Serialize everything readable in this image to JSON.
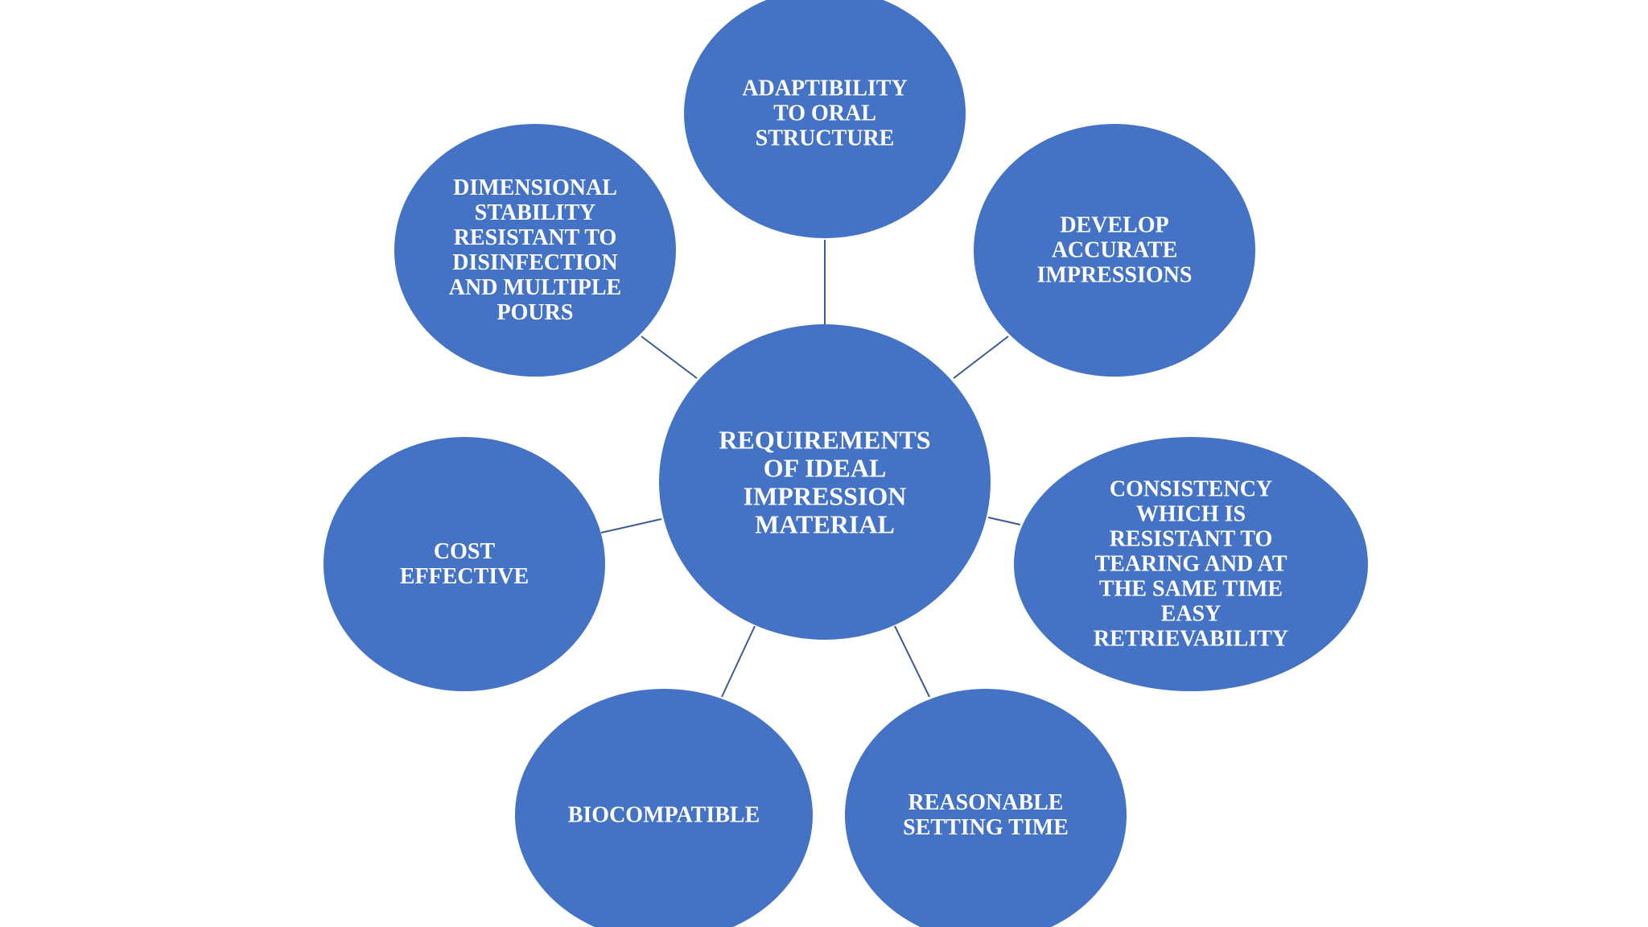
{
  "colors": {
    "node_fill": "#4472c4",
    "connector": "#3b5a8f",
    "text": "#ffffff",
    "background": "#ffffff"
  },
  "center": {
    "lines": [
      "REQUIREMENTS",
      "OF IDEAL",
      "IMPRESSION",
      "MATERIAL"
    ]
  },
  "nodes": [
    {
      "id": "adaptability",
      "lines": [
        "ADAPTIBILITY",
        "TO ORAL",
        "STRUCTURE"
      ]
    },
    {
      "id": "develop-accurate",
      "lines": [
        "DEVELOP",
        "ACCURATE",
        "IMPRESSIONS"
      ]
    },
    {
      "id": "consistency",
      "lines": [
        "CONSISTENCY",
        "WHICH IS",
        "RESISTANT TO",
        "TEARING AND AT",
        "THE SAME TIME",
        "EASY",
        "RETRIEVABILITY"
      ]
    },
    {
      "id": "reasonable-setting",
      "lines": [
        "REASONABLE",
        "SETTING TIME"
      ]
    },
    {
      "id": "biocompatible",
      "lines": [
        "BIOCOMPATIBLE"
      ]
    },
    {
      "id": "cost-effective",
      "lines": [
        "COST",
        "EFFECTIVE"
      ]
    },
    {
      "id": "dimensional-stability",
      "lines": [
        "DIMENSIONAL",
        "STABILITY",
        "RESISTANT TO",
        "DISINFECTION",
        "AND MULTIPLE",
        "POURS"
      ]
    }
  ]
}
